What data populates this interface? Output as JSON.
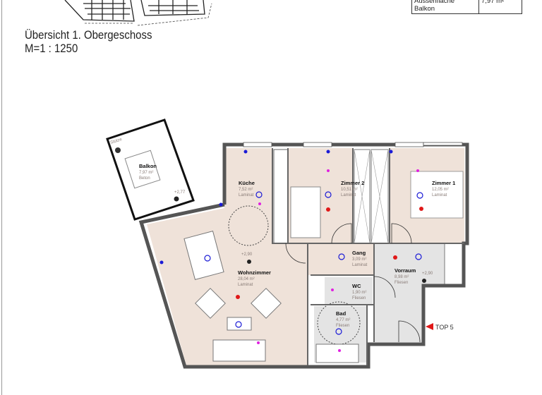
{
  "header": {
    "title_line1": "Übersicht 1. Obergeschoss",
    "title_line2": "M=1 : 1250"
  },
  "area_table": {
    "label": "Aussenfläche Balkon",
    "value": "7,97 m²"
  },
  "rooms": {
    "balkon": {
      "name": "Balkon",
      "area": "7,97 m²",
      "floor": "Beton"
    },
    "kueche": {
      "name": "Küche",
      "area": "7,52 m²",
      "floor": "Laminat"
    },
    "zimmer2": {
      "name": "Zimmer 2",
      "area": "10,51 m²",
      "floor": "Laminat"
    },
    "zimmer1": {
      "name": "Zimmer 1",
      "area": "12,05 m²",
      "floor": "Laminat"
    },
    "gang": {
      "name": "Gang",
      "area": "3,09 m²",
      "floor": "Laminat"
    },
    "vorraum": {
      "name": "Vorraum",
      "area": "8,98 m²",
      "floor": "Fliesen"
    },
    "wohnzimmer": {
      "name": "Wohnzimmer",
      "area": "28,04 m²",
      "floor": "Laminat"
    },
    "wc": {
      "name": "WC",
      "area": "1,90 m²",
      "floor": "Fliesen"
    },
    "bad": {
      "name": "Bad",
      "area": "4,77 m²",
      "floor": "Fliesen"
    }
  },
  "labels": {
    "stuetze": "Stütze",
    "level_balkon": "+2,77",
    "level_wohnen": "+2,90",
    "level_vorraum": "+2,90",
    "entrance": "TOP 5"
  },
  "colors": {
    "wall": "#555555",
    "room_fill": "#efe2d9",
    "wet_fill": "#e4e4e4",
    "electrical": "#1a1ad6",
    "smoke_detector": "#e01818",
    "outlet_marker": "#e020e0",
    "entrance_arrow": "#e01818"
  }
}
